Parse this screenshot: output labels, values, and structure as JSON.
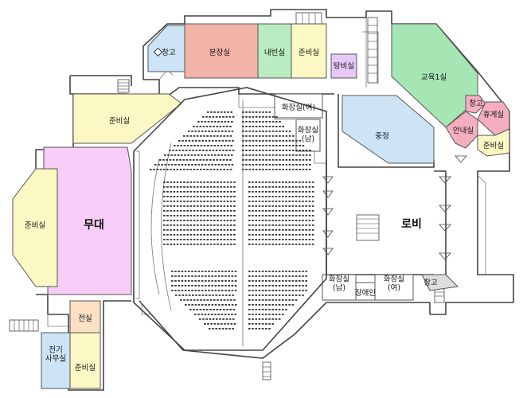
{
  "colors": {
    "pink": "#f4aec0",
    "salmon": "#f3b4a8",
    "green": "#b9ecc0",
    "mint": "#a6e6b4",
    "yellow": "#fbf8c4",
    "blue": "#cce4f6",
    "lavender": "#e6c8f4",
    "stage": "#f8cef8",
    "outline": "#555555"
  },
  "rooms": {
    "storage_top": "창고",
    "makeup_room": "분장실",
    "vip_room": "내빈실",
    "prep_top": "준비실",
    "nursing_room": "탕비실",
    "education_room_1": "교육1실",
    "storage_right": "창고",
    "lounge": "휴게실",
    "info_desk": "안내실",
    "prep_right": "준비실",
    "prep_upper_left": "준비실",
    "restroom_women_top": "화장실(여)",
    "restroom_men_top": "화장실\n(남)",
    "mezzanine": "중정",
    "lobby": "로비",
    "stage": "무대",
    "prep_left": "준비실",
    "restroom_men_bottom": "화장실\n(남)",
    "accessible_restroom": "장애인",
    "restroom_women_bottom": "화장실\n(여)",
    "storage_bottom": "창고",
    "electric_room": "전실",
    "electric_office": "전기\n사무실",
    "prep_bottom": "준비실"
  }
}
